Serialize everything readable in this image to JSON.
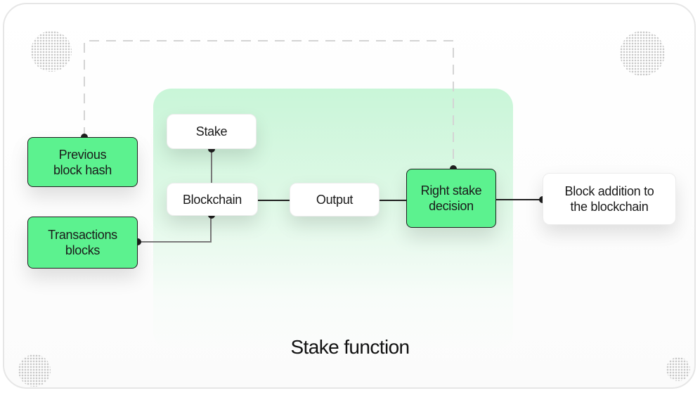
{
  "diagram": {
    "title": "Stake function",
    "nodes": {
      "previous_block_hash": "Previous\nblock hash",
      "transactions_blocks": "Transactions\nblocks",
      "stake": "Stake",
      "blockchain": "Blockchain",
      "output": "Output",
      "right_stake_decision": "Right stake\ndecision",
      "block_addition": "Block addition to\nthe blockchain"
    },
    "colors": {
      "green_box": "#5cf28f",
      "stake_area": "#c6f5d6",
      "line": "#1f1f1f",
      "dashed_line": "#d6d6d6"
    }
  }
}
